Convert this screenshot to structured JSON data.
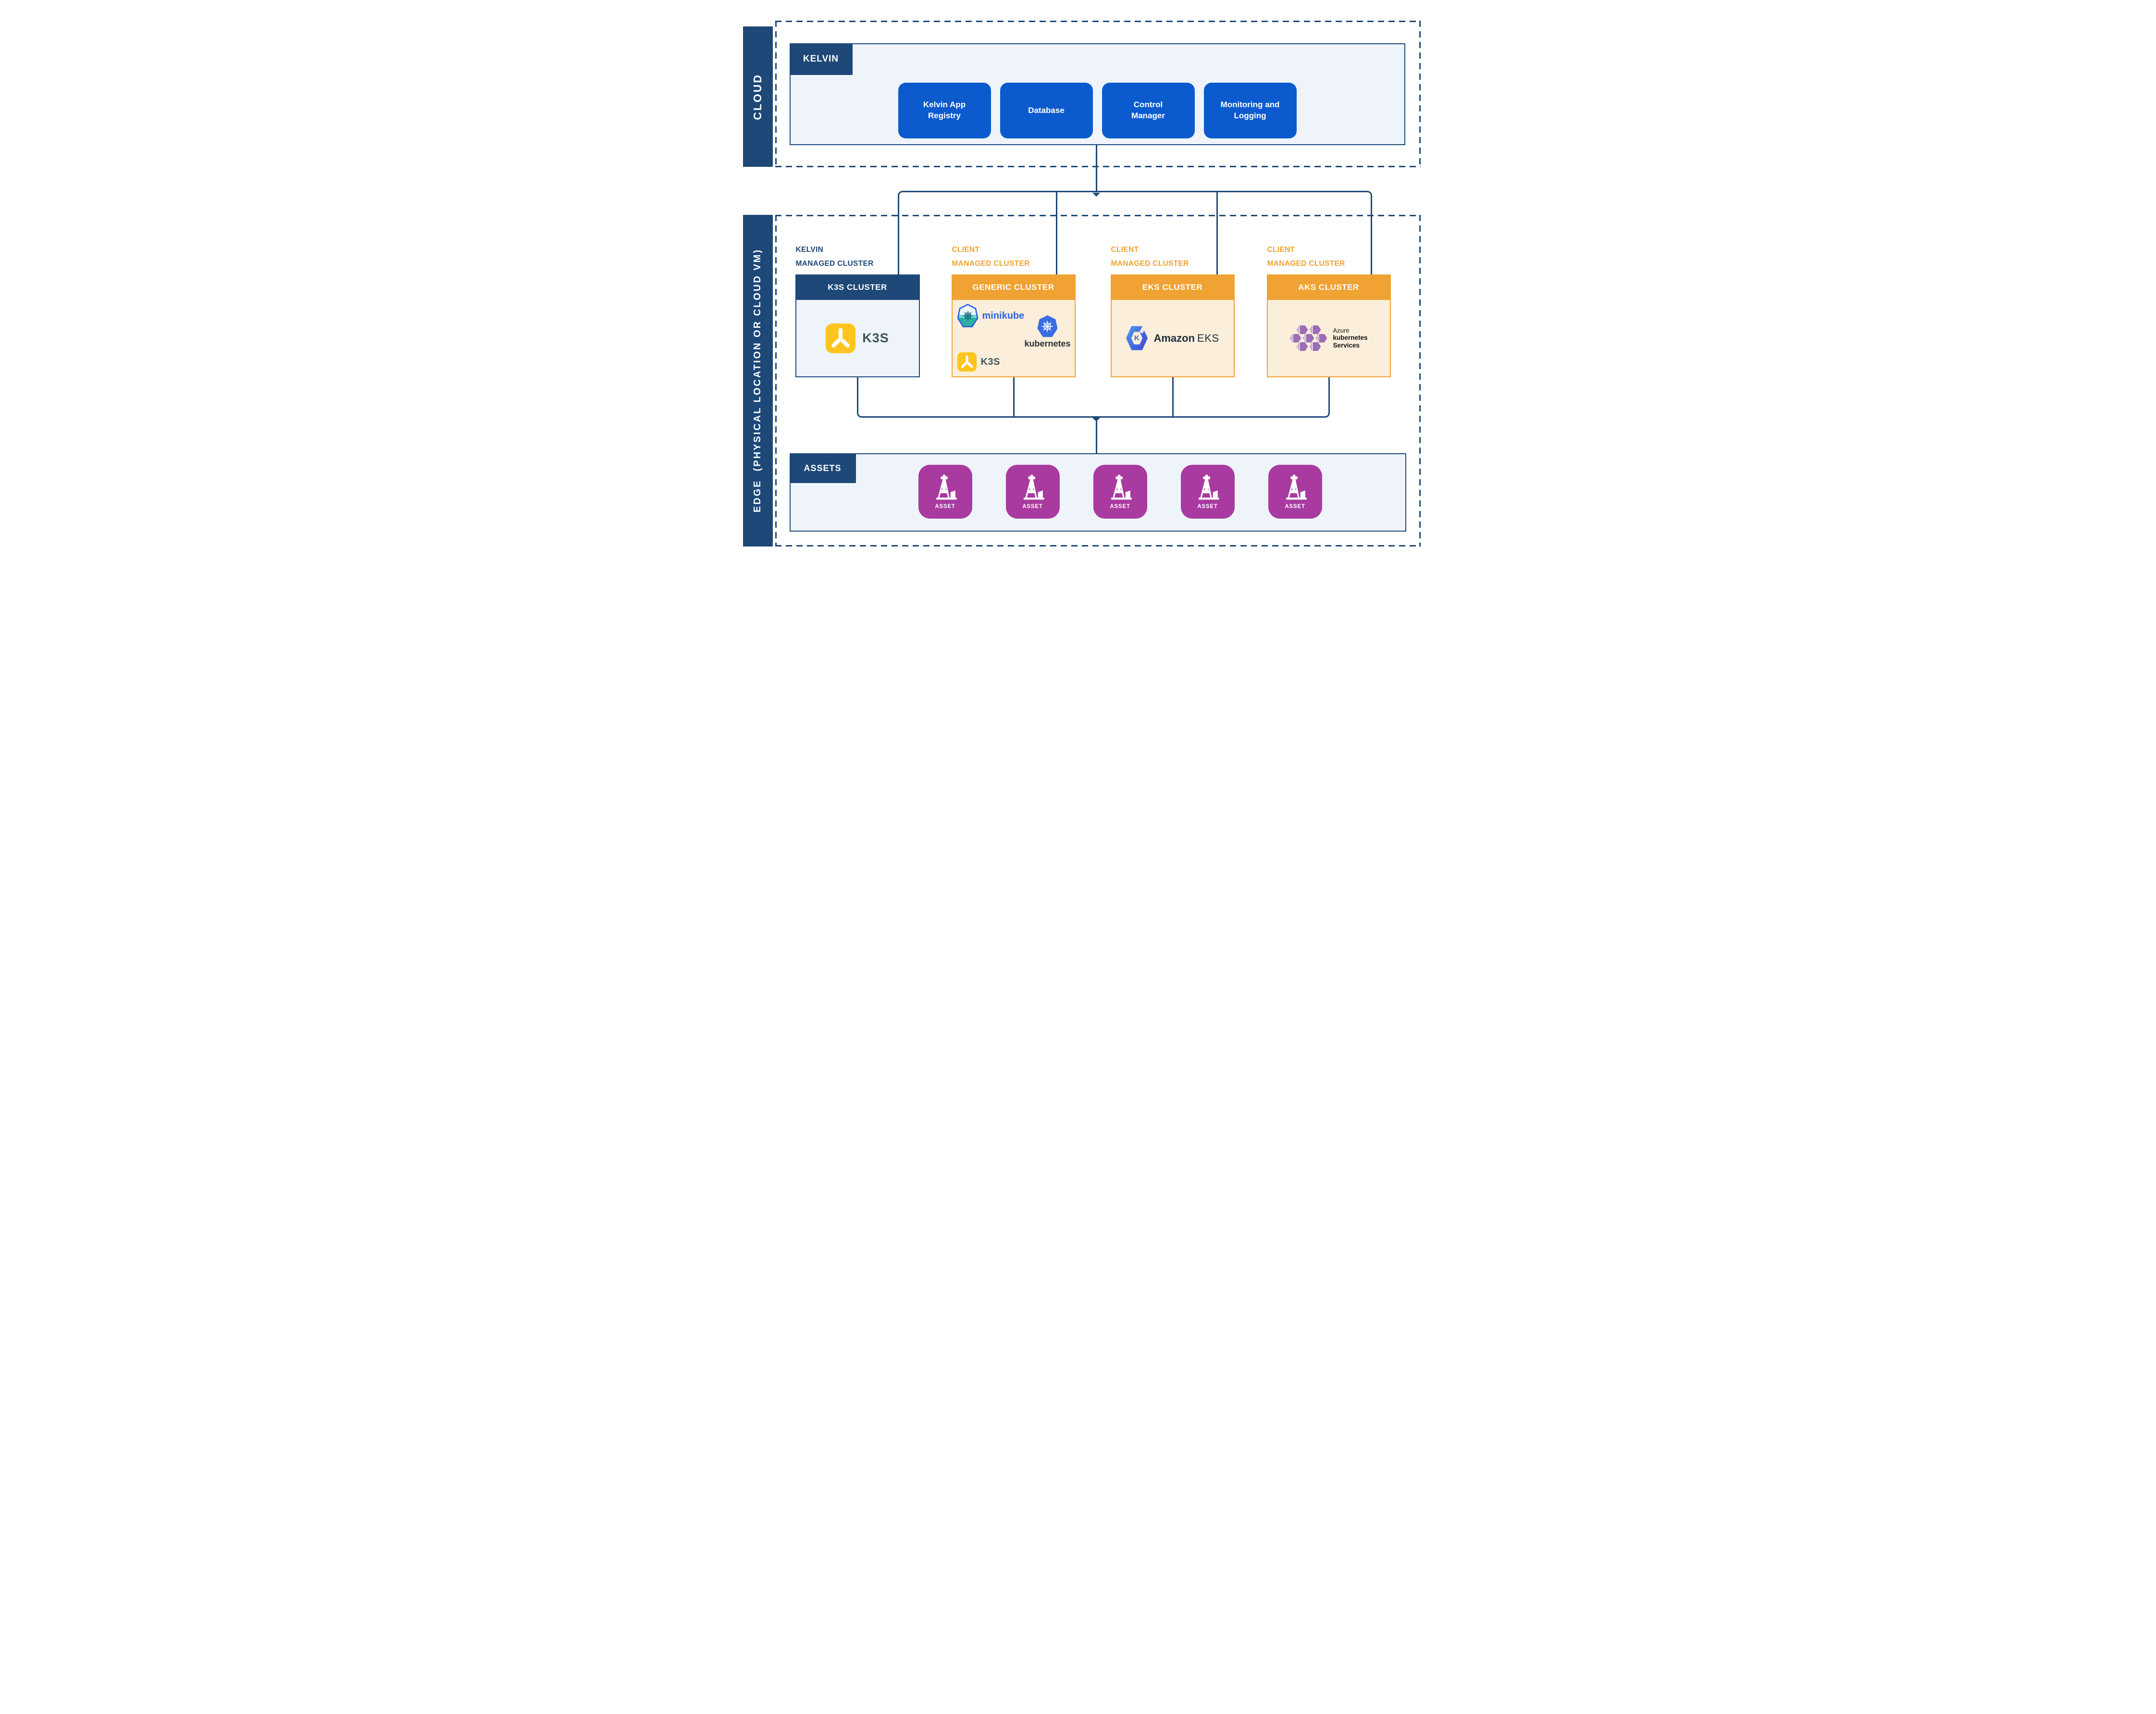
{
  "regions": {
    "cloud": {
      "label": "CLOUD"
    },
    "edge": {
      "label": "EDGE  (PHYSICAL LOCATION OR CLOUD VM)"
    }
  },
  "cloud": {
    "panel_tab": "KELVIN",
    "buttons": [
      "Kelvin App Registry",
      "Database",
      "Control Manager",
      "Monitoring and Logging"
    ]
  },
  "clusters": [
    {
      "label1": "KELVIN",
      "label2": "MANAGED CLUSTER",
      "header": "K3S CLUSTER",
      "k3s_text": "K3S"
    },
    {
      "label1": "CLIENT",
      "label2": "MANAGED CLUSTER",
      "header": "GENERIC CLUSTER",
      "minikube_text": "minikube",
      "kubernetes_text": "kubernetes",
      "k3s_text": "K3S"
    },
    {
      "label1": "CLIENT",
      "label2": "MANAGED CLUSTER",
      "header": "EKS CLUSTER",
      "icon_letter": "K",
      "amazon_text": "Amazon",
      "eks_text": "EKS"
    },
    {
      "label1": "CLIENT",
      "label2": "MANAGED CLUSTER",
      "header": "AKS CLUSTER",
      "azure_line1": "Azure",
      "azure_line2": "kubernetes",
      "azure_line3": "Services"
    }
  ],
  "assets": {
    "tab": "ASSETS",
    "items": [
      "ASSET",
      "ASSET",
      "ASSET",
      "ASSET",
      "ASSET"
    ]
  },
  "colors": {
    "navy": "#1d4878",
    "button_blue": "#0b5bce",
    "orange": "#f0a232",
    "cream": "#fbeeda",
    "panel_blue": "#eef4fa",
    "magenta": "#a83aa0",
    "k3s_yellow": "#ffc41f",
    "kubernetes_blue": "#3a6de4",
    "minikube_blue": "#2c63de",
    "amazon_navy": "#232f3e",
    "aks_purple": "#9c6cb5"
  }
}
